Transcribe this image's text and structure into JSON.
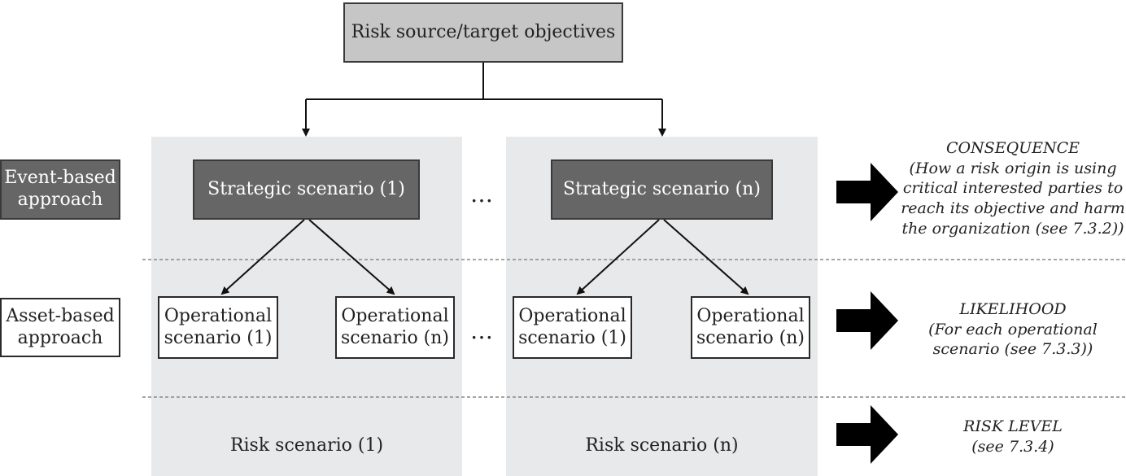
{
  "top": {
    "label": "Risk source/target objectives"
  },
  "rows": {
    "event": {
      "label_line1": "Event-based",
      "label_line2": "approach"
    },
    "asset": {
      "label_line1": "Asset-based",
      "label_line2": "approach"
    }
  },
  "columns": [
    {
      "strategic": "Strategic scenario (1)",
      "op1_line1": "Operational",
      "op1_line2": "scenario (1)",
      "op2_line1": "Operational",
      "op2_line2": "scenario (n)",
      "risk": "Risk scenario (1)"
    },
    {
      "strategic": "Strategic scenario (n)",
      "op1_line1": "Operational",
      "op1_line2": "scenario (1)",
      "op2_line1": "Operational",
      "op2_line2": "scenario (n)",
      "risk": "Risk scenario (n)"
    }
  ],
  "ellipsis": "…",
  "outcomes": {
    "consequence": {
      "title": "CONSEQUENCE",
      "line1": "(How a risk origin is using",
      "line2": "critical interested parties to",
      "line3": "reach its objective and harm",
      "line4": "the organization (see 7.3.2))"
    },
    "likelihood": {
      "title": "LIKELIHOOD",
      "line1": "(For each operational",
      "line2": "scenario (see 7.3.3))"
    },
    "risk_level": {
      "title": "RISK LEVEL",
      "line1": "(see 7.3.4)"
    }
  },
  "colors": {
    "panel": "#e8e9ea",
    "dark_box": "#666666",
    "top_box": "#c6c6c6",
    "arrow": "#000000"
  }
}
